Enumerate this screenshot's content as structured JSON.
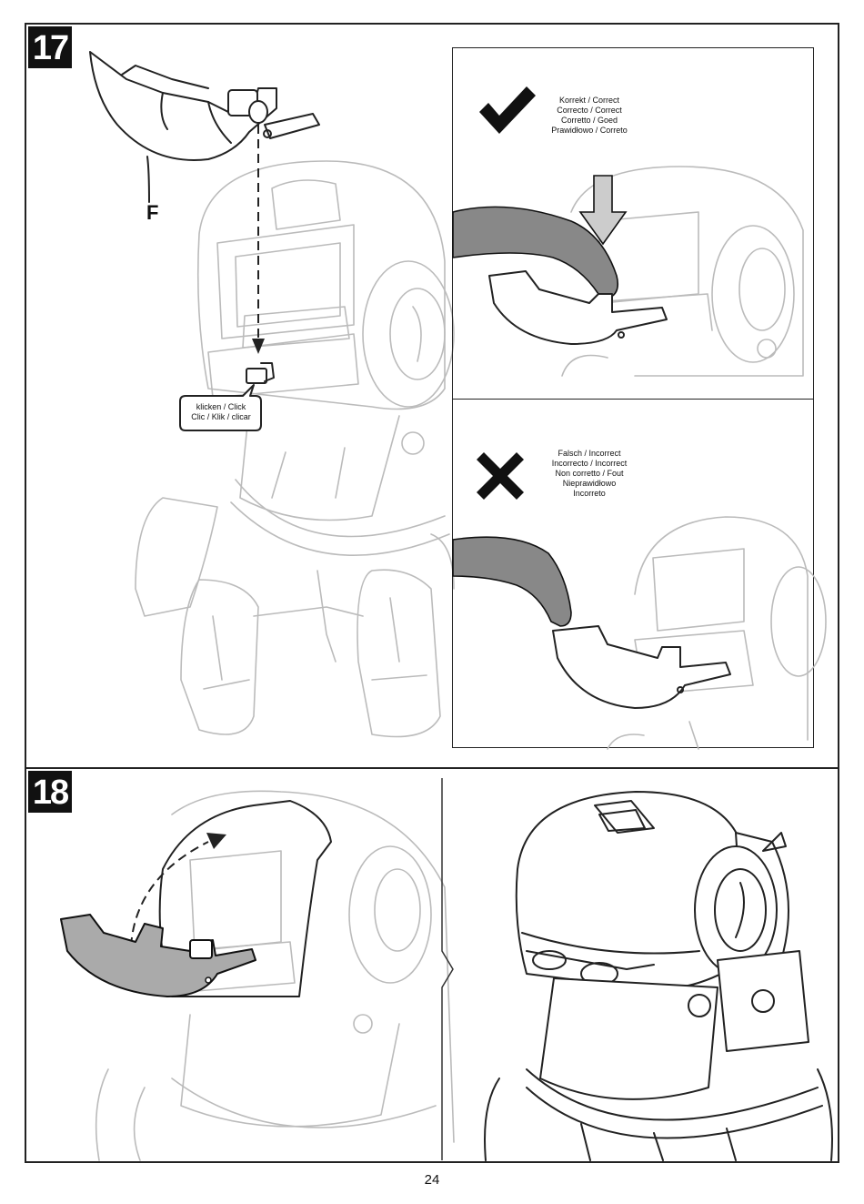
{
  "steps": [
    {
      "number": "17",
      "part_label": "F",
      "click_callout": [
        "klicken / Click",
        "Clic / Klik / clicar"
      ],
      "correct_callout": [
        "Korrekt / Correct",
        "Correcto / Correct",
        "Corretto / Goed",
        "Prawidłowo / Correto"
      ],
      "incorrect_callout": [
        "Falsch / Incorrect",
        "Incorrecto / Incorrect",
        "Non corretto / Fout",
        "Nieprawidłowo",
        "Incorreto"
      ]
    },
    {
      "number": "18"
    }
  ],
  "page_number": "24",
  "icons": [
    "checkmark-icon",
    "cross-icon",
    "pressing-finger",
    "down-arrow"
  ]
}
